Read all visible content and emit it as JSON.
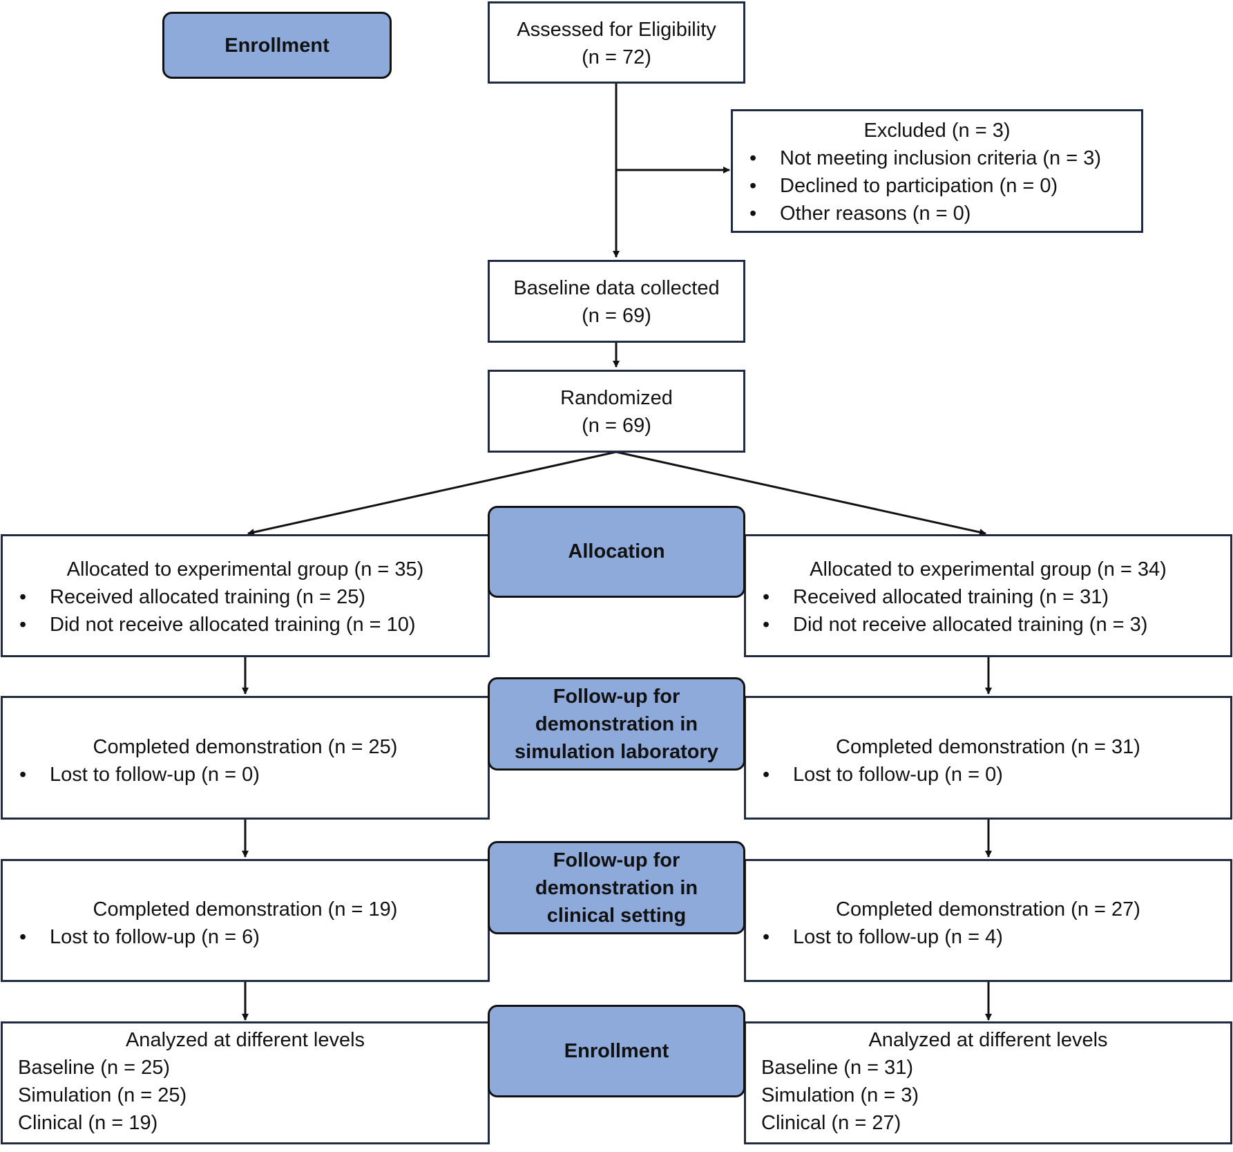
{
  "stages": {
    "enrollment_top": "Enrollment",
    "allocation": "Allocation",
    "followup_sim": [
      "Follow-up for",
      "demonstration in",
      "simulation laboratory"
    ],
    "followup_clin": [
      "Follow-up for",
      "demonstration in",
      "clinical setting"
    ],
    "enrollment_bottom": "Enrollment"
  },
  "assessed": {
    "title": "Assessed for Eligibility",
    "count": "(n = 72)"
  },
  "excluded": {
    "title": "Excluded (n = 3)",
    "items": [
      "Not meeting inclusion criteria (n = 3)",
      "Declined to participation (n = 0)",
      "Other reasons (n = 0)"
    ]
  },
  "baseline": {
    "title": "Baseline data collected",
    "count": "(n = 69)"
  },
  "randomized": {
    "title": "Randomized",
    "count": "(n = 69)"
  },
  "left": {
    "allocation": {
      "title": "Allocated to experimental group (n = 35)",
      "items": [
        "Received allocated training (n = 25)",
        "Did not receive allocated training (n = 10)"
      ]
    },
    "followup_sim": {
      "title": "Completed demonstration (n = 25)",
      "items": [
        "Lost to follow-up (n = 0)"
      ]
    },
    "followup_clin": {
      "title": "Completed demonstration (n = 19)",
      "items": [
        "Lost to follow-up (n = 6)"
      ]
    },
    "analysis": {
      "title": "Analyzed at different levels",
      "lines": [
        "Baseline (n = 25)",
        "Simulation (n = 25)",
        "Clinical (n = 19)"
      ]
    }
  },
  "right": {
    "allocation": {
      "title": "Allocated to experimental group (n = 34)",
      "items": [
        "Received allocated training (n = 31)",
        "Did not receive allocated training (n = 3)"
      ]
    },
    "followup_sim": {
      "title": "Completed demonstration (n = 31)",
      "items": [
        "Lost to follow-up (n = 0)"
      ]
    },
    "followup_clin": {
      "title": "Completed demonstration (n = 27)",
      "items": [
        "Lost to follow-up (n = 4)"
      ]
    },
    "analysis": {
      "title": "Analyzed at different levels",
      "lines": [
        "Baseline (n = 31)",
        "Simulation (n = 3)",
        "Clinical (n = 27)"
      ]
    }
  },
  "colors": {
    "stage_fill": "#8eaadb",
    "box_border": "#1f2a44",
    "arrow": "#111111"
  }
}
